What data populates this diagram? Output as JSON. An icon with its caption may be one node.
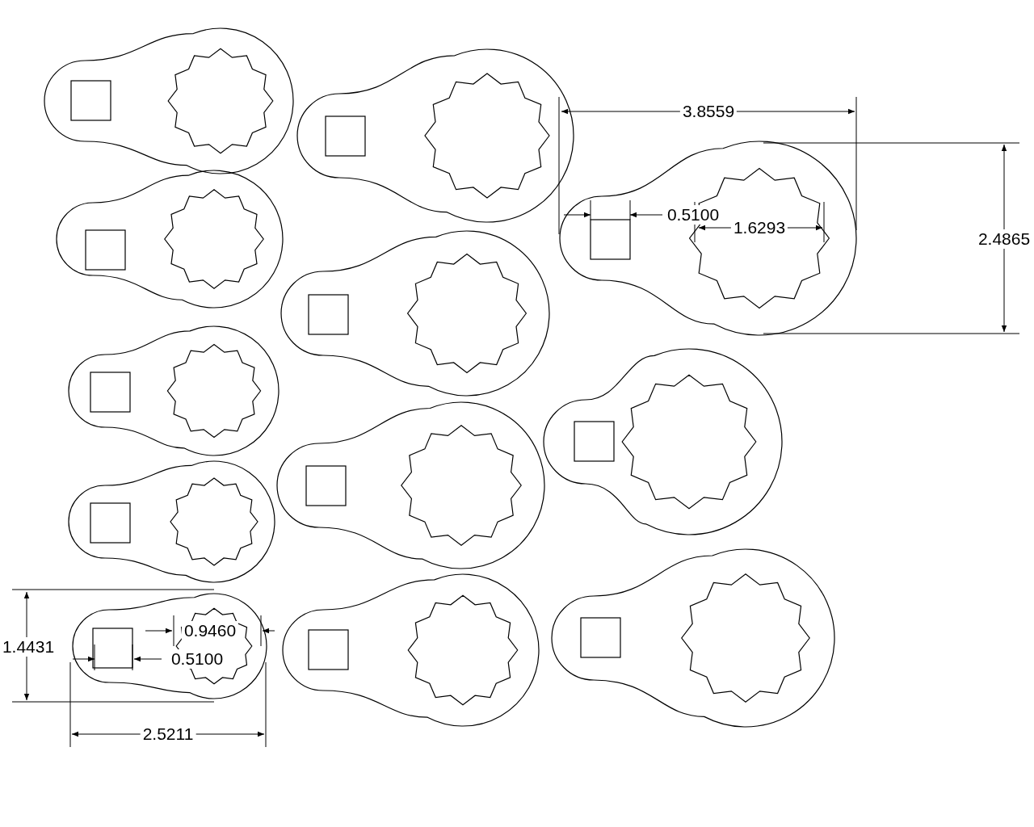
{
  "diagram": {
    "labels": [
      "3.8559",
      "0.5100",
      "1.6293",
      "2.4865",
      "0.9460",
      "1.4431",
      "0.5100",
      "2.5211"
    ]
  }
}
